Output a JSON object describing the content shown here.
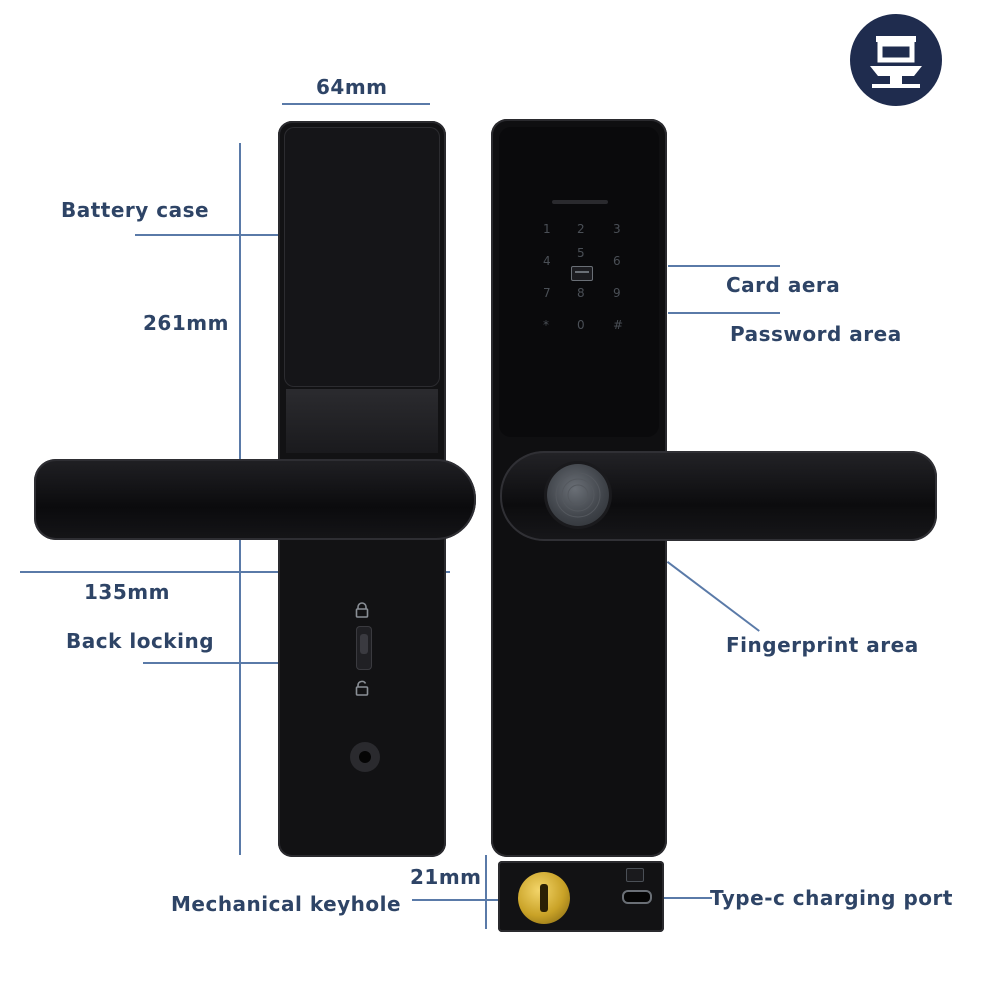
{
  "labels": {
    "width": "64mm",
    "battery_case": "Battery case",
    "height": "261mm",
    "handle_length": "135mm",
    "back_locking": "Back locking",
    "card_area": "Card aera",
    "password_area": "Password area",
    "fingerprint_area": "Fingerprint area",
    "thickness": "21mm",
    "mechanical_keyhole": "Mechanical keyhole",
    "charging_port": "Type-c charging port"
  },
  "keypad": {
    "keys": [
      "1",
      "2",
      "3",
      "4",
      "5",
      "6",
      "7",
      "8",
      "9",
      "*",
      "0",
      "#"
    ]
  },
  "colors": {
    "label": "#2e4466",
    "leader_line": "#5a7aa8",
    "lock_body": "#121214",
    "logo_bg": "#1f2c4e",
    "key_brass": "#c9a227"
  }
}
